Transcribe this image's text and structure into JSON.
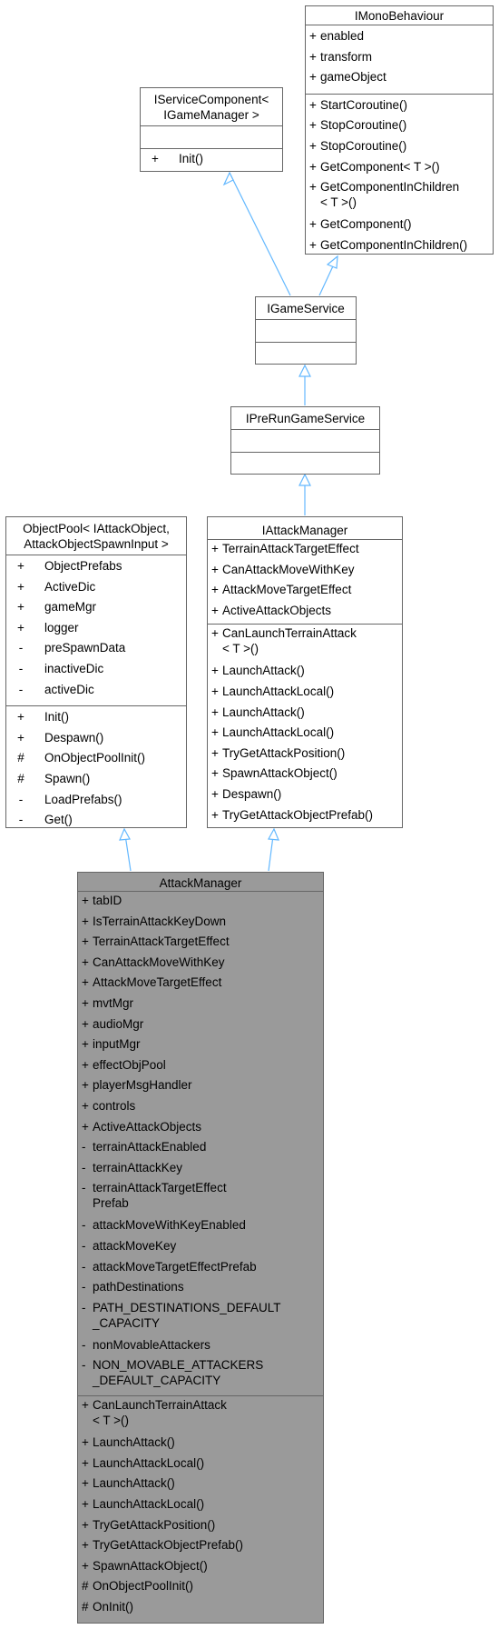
{
  "classes": {
    "imono": {
      "title": "IMonoBehaviour",
      "attributes": [
        {
          "vis": "+",
          "name": "enabled"
        },
        {
          "vis": "+",
          "name": "transform"
        },
        {
          "vis": "+",
          "name": "gameObject"
        }
      ],
      "methods": [
        {
          "vis": "+",
          "name": "StartCoroutine()"
        },
        {
          "vis": "+",
          "name": "StopCoroutine()"
        },
        {
          "vis": "+",
          "name": "StopCoroutine()"
        },
        {
          "vis": "+",
          "name": "GetComponent< T >()"
        },
        {
          "vis": "+",
          "name": "GetComponentInChildren\n< T >()"
        },
        {
          "vis": "+",
          "name": "GetComponent()"
        },
        {
          "vis": "+",
          "name": "GetComponentInChildren()"
        }
      ]
    },
    "iservice": {
      "title": "IServiceComponent<\nIGameManager >",
      "attributes": [],
      "methods": [
        {
          "vis": "+",
          "name": "Init()"
        }
      ]
    },
    "igameservice": {
      "title": "IGameService",
      "attributes": [],
      "methods": []
    },
    "iprerun": {
      "title": "IPreRunGameService",
      "attributes": [],
      "methods": []
    },
    "objectpool": {
      "title": "ObjectPool< IAttackObject,\nAttackObjectSpawnInput >",
      "attributes": [
        {
          "vis": "+",
          "name": "ObjectPrefabs"
        },
        {
          "vis": "+",
          "name": "ActiveDic"
        },
        {
          "vis": "+",
          "name": "gameMgr"
        },
        {
          "vis": "+",
          "name": "logger"
        },
        {
          "vis": "-",
          "name": "preSpawnData"
        },
        {
          "vis": "-",
          "name": "inactiveDic"
        },
        {
          "vis": "-",
          "name": "activeDic"
        }
      ],
      "methods": [
        {
          "vis": "+",
          "name": "Init()"
        },
        {
          "vis": "+",
          "name": "Despawn()"
        },
        {
          "vis": "#",
          "name": "OnObjectPoolInit()"
        },
        {
          "vis": "#",
          "name": "Spawn()"
        },
        {
          "vis": "-",
          "name": "LoadPrefabs()"
        },
        {
          "vis": "-",
          "name": "Get()"
        }
      ]
    },
    "iattack": {
      "title": "IAttackManager",
      "attributes": [
        {
          "vis": "+",
          "name": "TerrainAttackTargetEffect"
        },
        {
          "vis": "+",
          "name": "CanAttackMoveWithKey"
        },
        {
          "vis": "+",
          "name": "AttackMoveTargetEffect"
        },
        {
          "vis": "+",
          "name": "ActiveAttackObjects"
        }
      ],
      "methods": [
        {
          "vis": "+",
          "name": "CanLaunchTerrainAttack\n< T >()"
        },
        {
          "vis": "+",
          "name": "LaunchAttack()"
        },
        {
          "vis": "+",
          "name": "LaunchAttackLocal()"
        },
        {
          "vis": "+",
          "name": "LaunchAttack()"
        },
        {
          "vis": "+",
          "name": "LaunchAttackLocal()"
        },
        {
          "vis": "+",
          "name": "TryGetAttackPosition()"
        },
        {
          "vis": "+",
          "name": "SpawnAttackObject()"
        },
        {
          "vis": "+",
          "name": "Despawn()"
        },
        {
          "vis": "+",
          "name": "TryGetAttackObjectPrefab()"
        }
      ]
    },
    "attack": {
      "title": "AttackManager",
      "attributes": [
        {
          "vis": "+",
          "name": "tabID"
        },
        {
          "vis": "+",
          "name": "IsTerrainAttackKeyDown"
        },
        {
          "vis": "+",
          "name": "TerrainAttackTargetEffect"
        },
        {
          "vis": "+",
          "name": "CanAttackMoveWithKey"
        },
        {
          "vis": "+",
          "name": "AttackMoveTargetEffect"
        },
        {
          "vis": "+",
          "name": "mvtMgr"
        },
        {
          "vis": "+",
          "name": "audioMgr"
        },
        {
          "vis": "+",
          "name": "inputMgr"
        },
        {
          "vis": "+",
          "name": "effectObjPool"
        },
        {
          "vis": "+",
          "name": "playerMsgHandler"
        },
        {
          "vis": "+",
          "name": "controls"
        },
        {
          "vis": "+",
          "name": "ActiveAttackObjects"
        },
        {
          "vis": "-",
          "name": "terrainAttackEnabled"
        },
        {
          "vis": "-",
          "name": "terrainAttackKey"
        },
        {
          "vis": "-",
          "name": "terrainAttackTargetEffect\nPrefab"
        },
        {
          "vis": "-",
          "name": "attackMoveWithKeyEnabled"
        },
        {
          "vis": "-",
          "name": "attackMoveKey"
        },
        {
          "vis": "-",
          "name": "attackMoveTargetEffectPrefab"
        },
        {
          "vis": "-",
          "name": "pathDestinations"
        },
        {
          "vis": "-",
          "name": "PATH_DESTINATIONS_DEFAULT\n_CAPACITY"
        },
        {
          "vis": "-",
          "name": "nonMovableAttackers"
        },
        {
          "vis": "-",
          "name": "NON_MOVABLE_ATTACKERS\n_DEFAULT_CAPACITY"
        }
      ],
      "methods": [
        {
          "vis": "+",
          "name": "CanLaunchTerrainAttack\n< T >()"
        },
        {
          "vis": "+",
          "name": "LaunchAttack()"
        },
        {
          "vis": "+",
          "name": "LaunchAttackLocal()"
        },
        {
          "vis": "+",
          "name": "LaunchAttack()"
        },
        {
          "vis": "+",
          "name": "LaunchAttackLocal()"
        },
        {
          "vis": "+",
          "name": "TryGetAttackPosition()"
        },
        {
          "vis": "+",
          "name": "TryGetAttackObjectPrefab()"
        },
        {
          "vis": "+",
          "name": "SpawnAttackObject()"
        },
        {
          "vis": "#",
          "name": "OnObjectPoolInit()"
        },
        {
          "vis": "#",
          "name": "OnInit()"
        }
      ]
    }
  },
  "colors": {
    "edge": "#63b8ff",
    "border": "#666666",
    "focus_fill": "#9a9a9a"
  }
}
